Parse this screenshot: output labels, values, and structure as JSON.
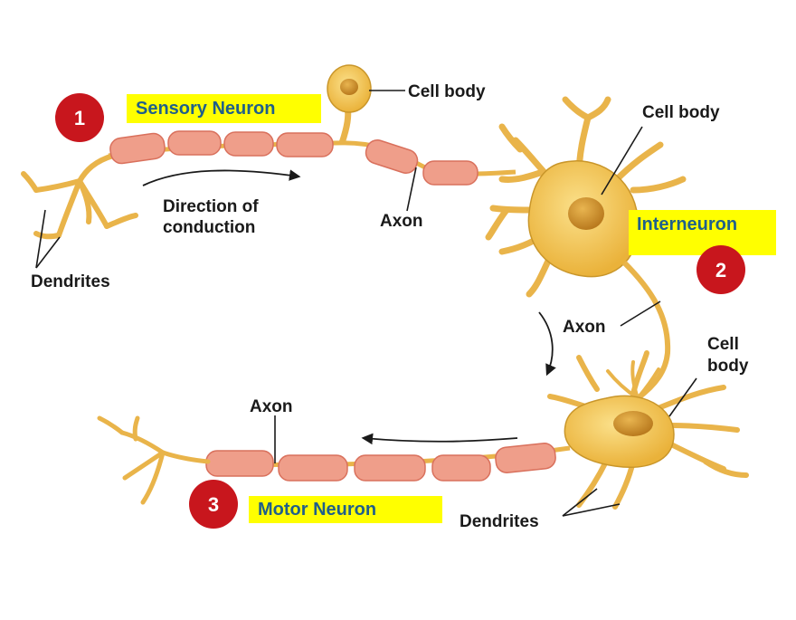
{
  "colors": {
    "highlight": "#ffff00",
    "highlight_text": "#1f5f8b",
    "badge": "#c8161d",
    "badge_text": "#ffffff",
    "myelin": "#ef9e8a",
    "myelin_edge": "#d9705c",
    "neuron_fill": "#f3c24a",
    "neuron_edge": "#c9962a",
    "nucleus": "#d69a2c",
    "label_text": "#1a1a1a"
  },
  "neurons": {
    "sensory": {
      "number": "1",
      "name": "Sensory Neuron"
    },
    "inter": {
      "number": "2",
      "name": "Interneuron"
    },
    "motor": {
      "number": "3",
      "name": "Motor Neuron"
    }
  },
  "labels": {
    "cell_body": "Cell body",
    "cell_body_motor_line1": "Cell",
    "cell_body_motor_line2": "body",
    "axon": "Axon",
    "dendrites": "Dendrites",
    "direction_line1": "Direction of",
    "direction_line2": "conduction"
  }
}
